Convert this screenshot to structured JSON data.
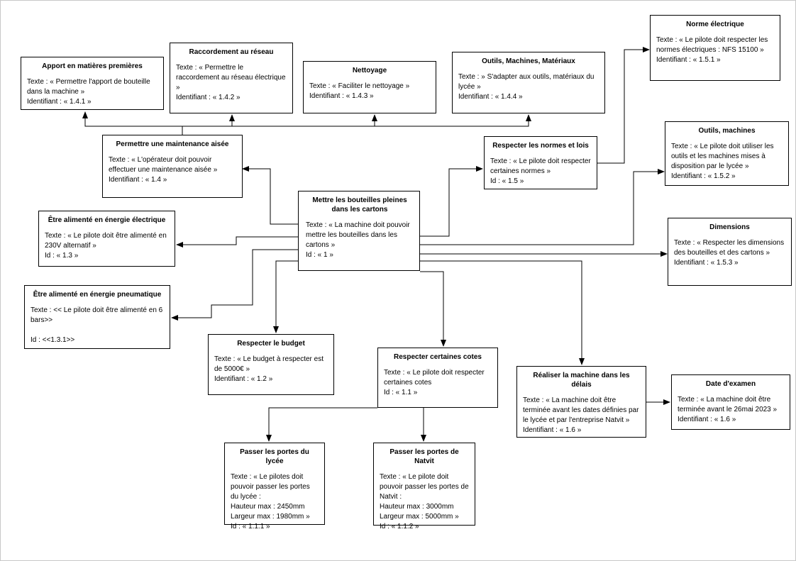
{
  "diagram": {
    "nodes": {
      "n1": {
        "title": "Mettre les bouteilles pleines dans les cartons",
        "lines": [
          "Texte : « La machine doit pouvoir mettre les bouteilles dans les cartons »",
          "Id : « 1 »"
        ]
      },
      "n14": {
        "title": "Permettre une maintenance aisée",
        "lines": [
          "Texte : « L'opérateur doit pouvoir effectuer une maintenance aisée »",
          "Identifiant : « 1.4 »"
        ]
      },
      "n141": {
        "title": "Apport en matières premières",
        "lines": [
          "Texte : « Permettre l'apport de bouteille dans la machine »",
          "Identifiant : « 1.4.1 »"
        ]
      },
      "n142": {
        "title": "Raccordement au réseau",
        "lines": [
          "Texte : « Permettre le raccordement au réseau électrique »",
          "Identifiant : « 1.4.2 »"
        ]
      },
      "n143": {
        "title": "Nettoyage",
        "lines": [
          "Texte : « Faciliter le nettoyage »",
          "Identifiant : « 1.4.3 »"
        ]
      },
      "n144": {
        "title": "Outils, Machines, Matériaux",
        "lines": [
          "Texte : » S'adapter aux outils, matériaux du lycée »",
          "Identifiant : « 1.4.4 »"
        ]
      },
      "n15": {
        "title": "Respecter les normes et lois",
        "lines": [
          "Texte : « Le pilote doit respecter certaines normes »",
          "Id : « 1.5 »"
        ]
      },
      "n151": {
        "title": "Norme électrique",
        "lines": [
          "Texte : « Le pilote doit respecter les normes électriques : NFS 15100 »",
          "Identifiant : « 1.5.1 »"
        ]
      },
      "n152": {
        "title": "Outils, machines",
        "lines": [
          "Texte : « Le pilote doit utiliser les outils et les machines mises à disposition par le lycée »",
          "Identifiant : « 1.5.2 »"
        ]
      },
      "n153": {
        "title": "Dimensions",
        "lines": [
          "Texte : « Respecter les dimensions des bouteilles et des cartons »",
          "Identifiant : « 1.5.3 »"
        ]
      },
      "n13": {
        "title": "Être alimenté en énergie électrique",
        "lines": [
          "Texte : « Le pilote doit être alimenté en 230V alternatif »",
          "Id : « 1.3 »"
        ]
      },
      "n131": {
        "title": "Être alimenté en énergie pneumatique",
        "lines": [
          "Texte : << Le pilote doit être alimenté en 6 bars>>",
          "",
          "Id : <<1.3.1>>"
        ]
      },
      "n12": {
        "title": "Respecter le budget",
        "lines": [
          "Texte : « Le budget à respecter est de 5000€ »",
          "Identifiant : « 1.2 »"
        ]
      },
      "n11": {
        "title": "Respecter certaines cotes",
        "lines": [
          "Texte : « Le pilote doit respecter certaines cotes",
          "Id : « 1.1 »"
        ]
      },
      "n111": {
        "title": "Passer les portes du lycée",
        "lines": [
          "Texte : « Le pilotes doit pouvoir passer les portes du lycée :",
          "Hauteur max : 2450mm",
          "Largeur max : 1980mm »",
          "Id : « 1.1.1 »"
        ]
      },
      "n112": {
        "title": "Passer les portes de Natvit",
        "lines": [
          "Texte : « Le pilote doit pouvoir passer les portes de Natvit :",
          "Hauteur max : 3000mm",
          "Largeur max : 5000mm »",
          "Id : « 1.1.2 »"
        ]
      },
      "n16": {
        "title": "Réaliser la machine dans les délais",
        "lines": [
          "Texte : « La machine doit être terminée avant les dates définies par le lycée et par l'entreprise Natvit »",
          "Identifiant : « 1.6 »"
        ]
      },
      "n161": {
        "title": "Date d'examen",
        "lines": [
          "Texte : « La machine doit être terminée avant le 26mai 2023 »",
          "Identifiant : « 1.6 »"
        ]
      }
    },
    "edges": [
      {
        "from": "n1",
        "to": "n14"
      },
      {
        "from": "n14",
        "to": "n141"
      },
      {
        "from": "n14",
        "to": "n142"
      },
      {
        "from": "n14",
        "to": "n143"
      },
      {
        "from": "n14",
        "to": "n144"
      },
      {
        "from": "n1",
        "to": "n15"
      },
      {
        "from": "n15",
        "to": "n151"
      },
      {
        "from": "n1",
        "to": "n152"
      },
      {
        "from": "n1",
        "to": "n153"
      },
      {
        "from": "n1",
        "to": "n13"
      },
      {
        "from": "n1",
        "to": "n131"
      },
      {
        "from": "n1",
        "to": "n12"
      },
      {
        "from": "n1",
        "to": "n11"
      },
      {
        "from": "n11",
        "to": "n111"
      },
      {
        "from": "n11",
        "to": "n112"
      },
      {
        "from": "n1",
        "to": "n16"
      },
      {
        "from": "n16",
        "to": "n161"
      }
    ]
  }
}
